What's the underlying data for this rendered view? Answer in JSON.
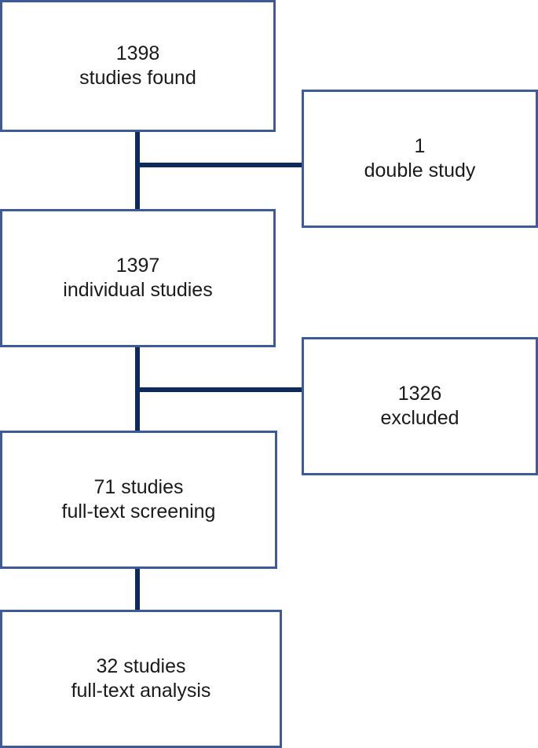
{
  "diagram": {
    "boxes": {
      "found": {
        "count": "1398",
        "label": "studies found"
      },
      "double": {
        "count": "1",
        "label": "double study"
      },
      "individual": {
        "count": "1397",
        "label": "individual studies"
      },
      "excluded": {
        "count": "1326",
        "label": "excluded"
      },
      "screening": {
        "count": "71 studies",
        "label": "full-text screening"
      },
      "analysis": {
        "count": "32 studies",
        "label": "full-text analysis"
      }
    },
    "colors": {
      "box_border": "#3d5a99",
      "connector": "#0e2a5c",
      "text": "#1a1a1a"
    }
  }
}
